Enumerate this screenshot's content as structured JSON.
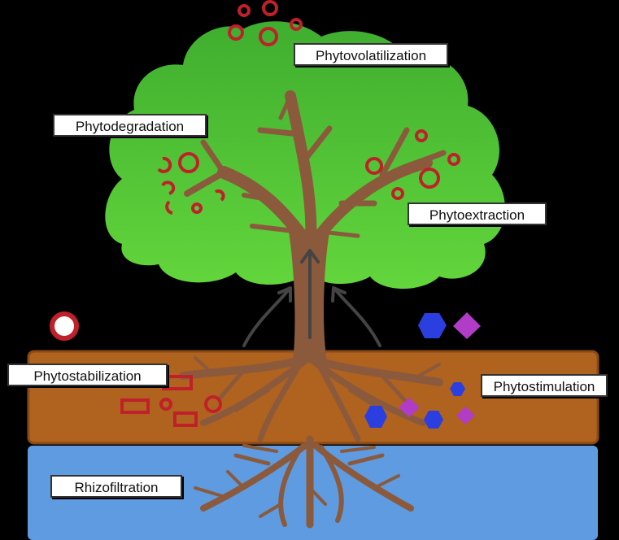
{
  "labels": {
    "phytovolatilization": "Phytovolatilization",
    "phytodegradation": "Phytodegradation",
    "phytoextraction": "Phytoextraction",
    "phytostabilization": "Phytostabilization",
    "phytostimulation": "Phytostimulation",
    "rhizofiltration": "Rhizofiltration"
  },
  "colors": {
    "background": "#000000",
    "canopy": "#45b534",
    "canopy_light": "#5fd13a",
    "trunk": "#8b5a3c",
    "soil": "#b0621f",
    "soil_border": "#8a4a14",
    "water": "#5e9be0",
    "contaminant_red": "#c0202a",
    "hexagon_blue": "#2b3fe0",
    "diamond_purple": "#b03cc8",
    "arrow": "#444444"
  },
  "icons": {
    "ring": "contaminant-ring-icon",
    "hexagon": "hexagon-molecule-icon",
    "diamond": "diamond-molecule-icon",
    "rectangle": "bound-contaminant-icon",
    "arrow": "uptake-arrow-icon"
  }
}
